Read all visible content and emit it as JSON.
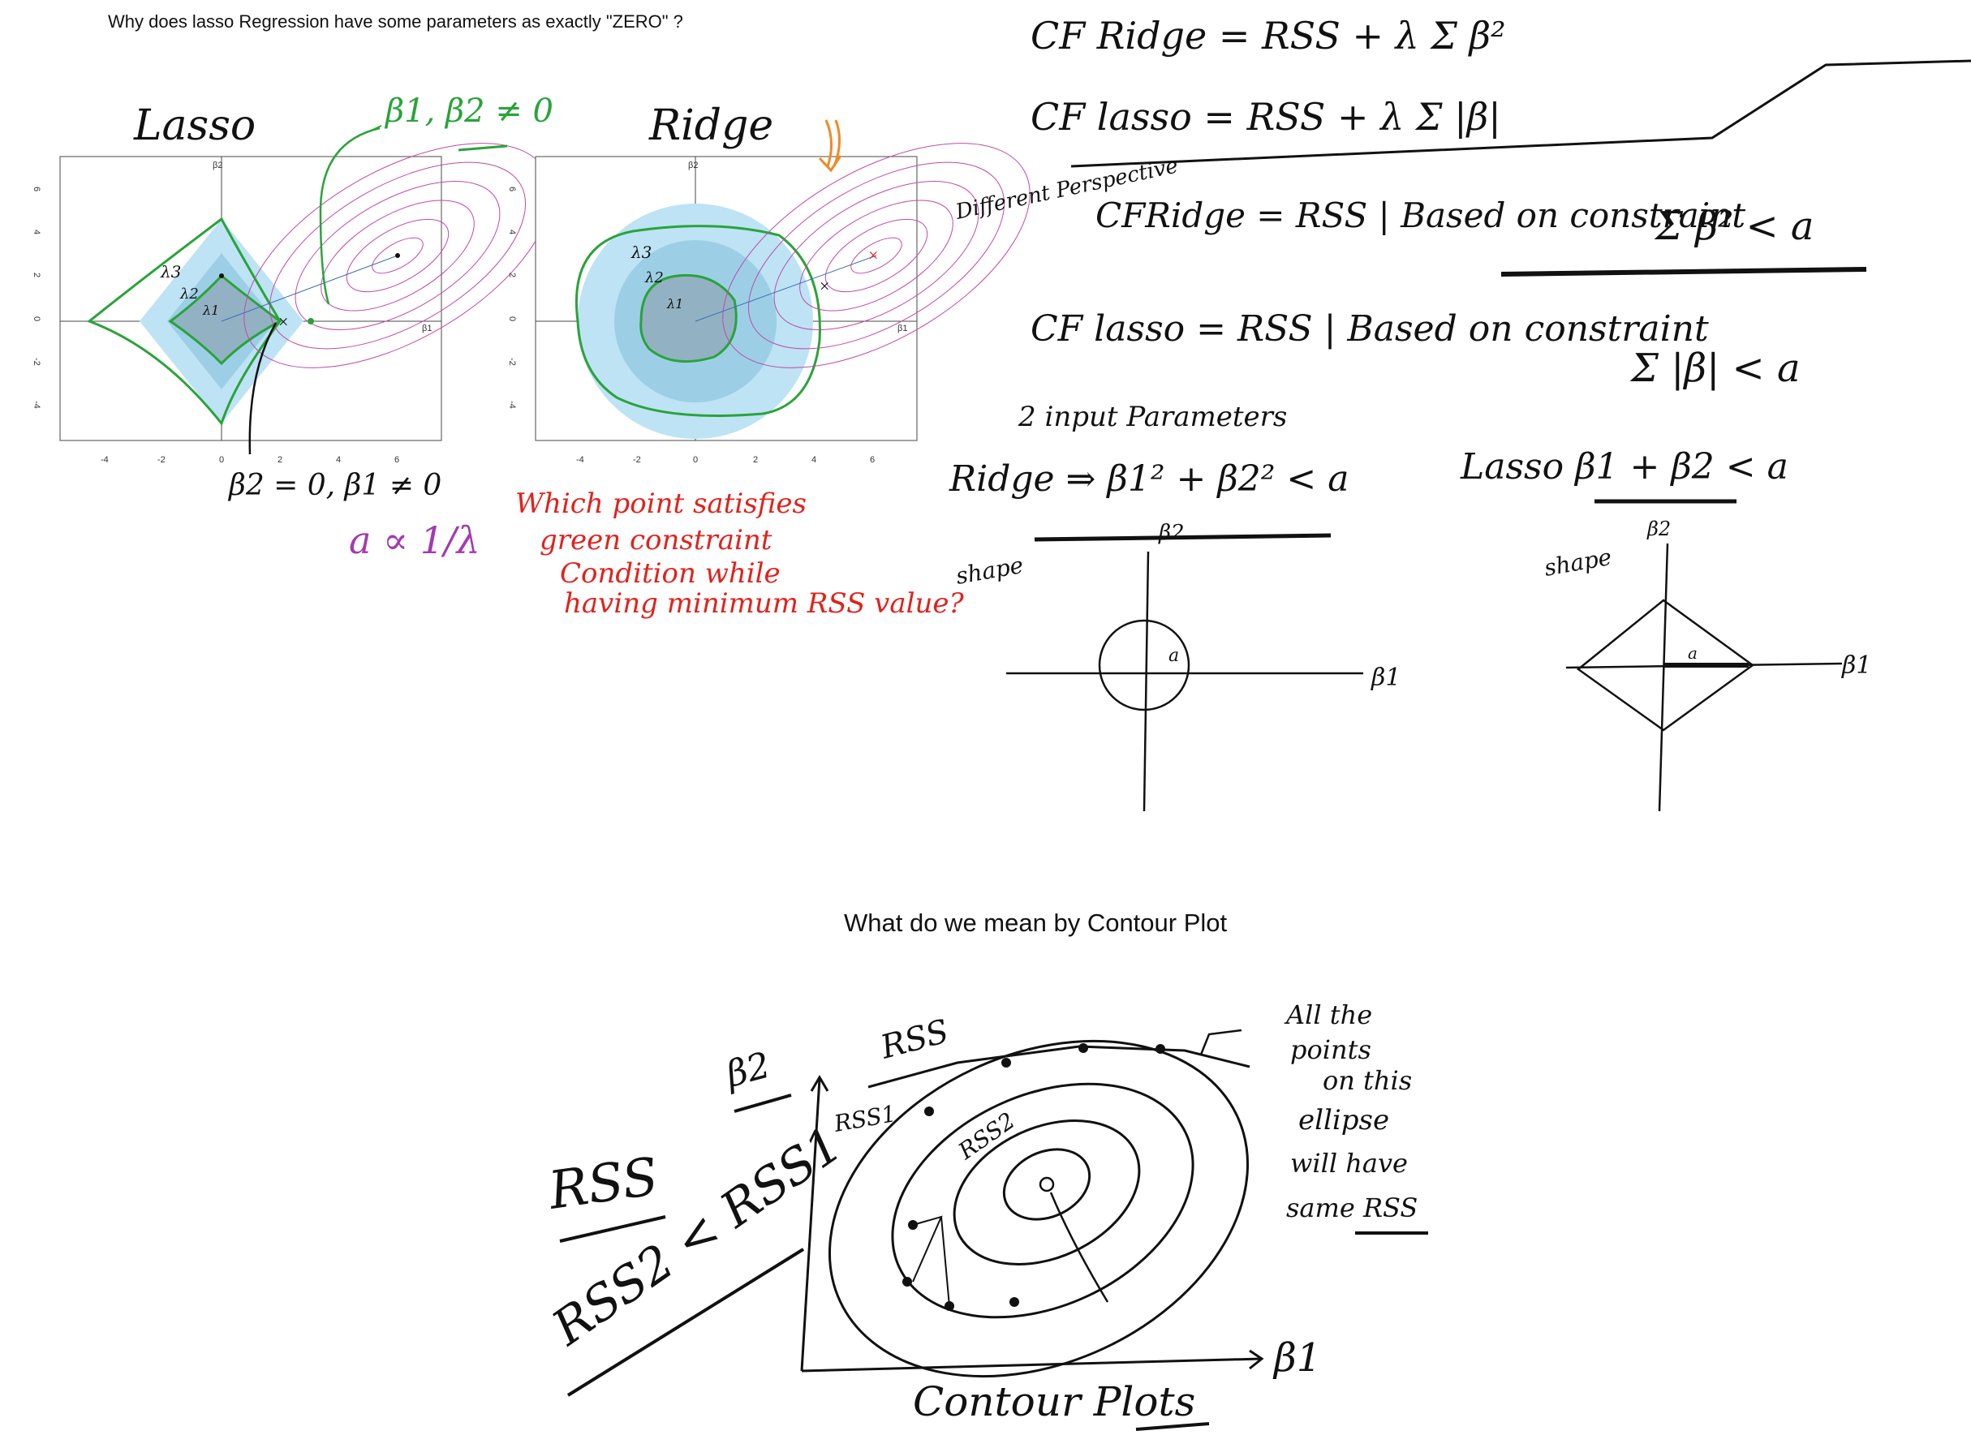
{
  "title": "Why does lasso Regression have some parameters as exactly \"ZERO\" ?",
  "subtitle": "What do we mean by Contour Plot",
  "plots": {
    "lasso_label": "Lasso",
    "ridge_label": "Ridge",
    "axis_y": "β2",
    "axis_x": "β1",
    "x_ticks": [
      "-4",
      "-2",
      "0",
      "2",
      "4",
      "6"
    ],
    "y_ticks": [
      "6",
      "4",
      "2",
      "0",
      "-2",
      "-4"
    ],
    "lasso_annotation_top": "β1, β2 ≠ 0",
    "lasso_annotation_bottom": "β2 = 0, β1 ≠ 0",
    "lambda_labels": [
      "λ3",
      "λ2",
      "λ1"
    ],
    "proportional": "a ∝ 1/λ",
    "question": [
      "Which point satisfies",
      "green constraint",
      "Condition while",
      "having minimum RSS value?"
    ]
  },
  "equations": {
    "cf_ridge": "CF Ridge = RSS + λ Σ β²",
    "cf_lasso": "CF lasso = RSS + λ Σ |β|",
    "different_perspective": "Different Perspective",
    "cf_ridge_alt": "CFRidge = RSS | Based on constraint",
    "ridge_constraint": "Σ β² < a",
    "cf_lasso_alt": "CF lasso = RSS | Based on constraint",
    "lasso_constraint": "Σ |β| < a",
    "two_inputs": "2 input Parameters",
    "ridge_two": "Ridge ⇒ β1² + β2² < a",
    "lasso_two": "Lasso  β1 + β2 < a",
    "shape": "shape",
    "b1": "β1",
    "b2": "β2",
    "a": "a"
  },
  "contour": {
    "rss_left": "RSS",
    "rss_compare": "RSS2 < RSS1",
    "b2": "β2",
    "b1": "β1",
    "rss_top": "RSS",
    "rss1": "RSS1",
    "rss2": "RSS2",
    "note": [
      "All the",
      "points",
      "on this",
      "ellipse",
      "will have",
      "same RSS"
    ],
    "caption": "Contour Plots"
  },
  "colors": {
    "light_blue": "#bde3f5",
    "mid_blue": "#9ccfe6",
    "gray_fill": "#9aa9b3",
    "green": "#2aa33a",
    "pink": "#c04aa8",
    "red": "#e1221d",
    "orange": "#f08a24",
    "purple": "#a23bb0",
    "ink": "#111111"
  }
}
